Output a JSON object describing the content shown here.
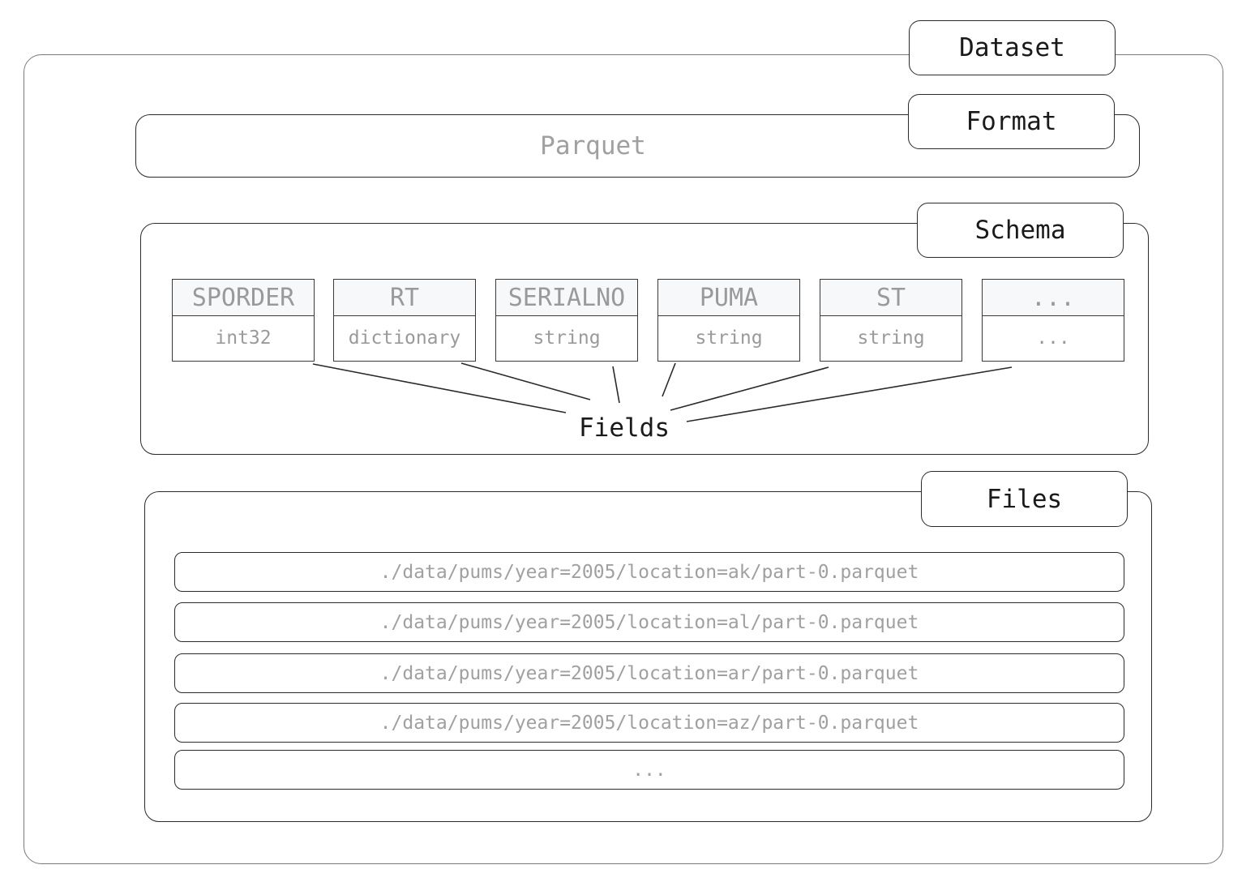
{
  "dataset": {
    "label": "Dataset"
  },
  "format": {
    "label": "Format",
    "value": "Parquet"
  },
  "schema": {
    "label": "Schema",
    "fields_label": "Fields",
    "fields": [
      {
        "name": "SPORDER",
        "type": "int32"
      },
      {
        "name": "RT",
        "type": "dictionary"
      },
      {
        "name": "SERIALNO",
        "type": "string"
      },
      {
        "name": "PUMA",
        "type": "string"
      },
      {
        "name": "ST",
        "type": "string"
      },
      {
        "name": "...",
        "type": "..."
      }
    ]
  },
  "files": {
    "label": "Files",
    "items": [
      "./data/pums/year=2005/location=ak/part-0.parquet",
      "./data/pums/year=2005/location=al/part-0.parquet",
      "./data/pums/year=2005/location=ar/part-0.parquet",
      "./data/pums/year=2005/location=az/part-0.parquet",
      "..."
    ]
  }
}
